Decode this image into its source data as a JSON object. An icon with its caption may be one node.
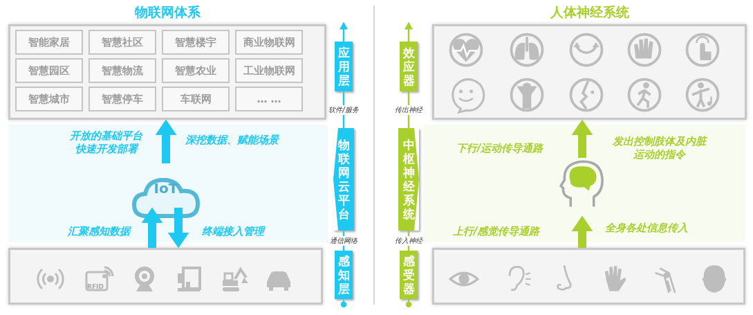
{
  "diagram": {
    "nodes": [
      {
        "text": [
          "物联网体系"
        ]
      },
      {
        "text": [
          "智能家居"
        ],
        "in": 0
      },
      {
        "text": [
          "智慧社区"
        ],
        "in": 0
      },
      {
        "text": [
          "智慧楼宇"
        ],
        "in": 0
      },
      {
        "text": [
          "商业物联网"
        ],
        "in": 0
      },
      {
        "text": [
          "智慧园区"
        ],
        "in": 0
      },
      {
        "text": [
          "智慧物流"
        ],
        "in": 0
      },
      {
        "text": [
          "智慧农业"
        ],
        "in": 0
      },
      {
        "text": [
          "工业物联网"
        ],
        "in": 0
      },
      {
        "text": [
          "智慧城市"
        ],
        "in": 0
      },
      {
        "text": [
          "智慧停车"
        ],
        "in": 0
      },
      {
        "text": [
          "车联网"
        ],
        "in": 0
      },
      {
        "text": [
          "… …"
        ],
        "in": 0
      },
      {
        "text": [
          "开放的基础平台快速开发部署",
          "深挖数据、赋能场景",
          "汇聚感知数据",
          "终端接入管理"
        ]
      },
      {
        "text": [
          "IoT"
        ],
        "in": 13
      },
      {
        "text": [],
        "shape": "box"
      },
      {
        "text": [
          "应用层"
        ]
      },
      {
        "text": [
          "物联网云平台"
        ]
      },
      {
        "text": [
          "感知层"
        ]
      },
      {
        "text": [
          "人体神经系统"
        ]
      },
      {
        "text": [
          "下行/运动传导通路",
          "发出控制肢体及内脏运动的指令",
          "上行/感觉传导通路",
          "全身各处信息传入"
        ]
      },
      {
        "text": [],
        "shape": "head",
        "in": 20
      },
      {
        "text": [],
        "shape": "box"
      },
      {
        "text": [
          "效应器"
        ]
      },
      {
        "text": [
          "中枢神经系统"
        ]
      },
      {
        "text": [
          "感受器"
        ]
      }
    ],
    "edges": [
      {
        "from": 14,
        "to": 0,
        "arrow": "to",
        "style": "thick",
        "color": "#1ec8f0"
      },
      {
        "from": 15,
        "to": 14,
        "arrow": "to",
        "style": "thick",
        "color": "#1ec8f0"
      },
      {
        "from": 14,
        "to": 15,
        "arrow": "to",
        "style": "thick",
        "color": "#1ec8f0"
      },
      {
        "from": 18,
        "to": 17,
        "arrow": "none",
        "label": "通信网络",
        "color": "#1ec8f0"
      },
      {
        "from": 17,
        "to": 16,
        "arrow": "none",
        "label": "软件/服务",
        "color": "#1ec8f0"
      },
      {
        "from": 16,
        "to": null,
        "arrow": "to",
        "color": "#1ec8f0"
      },
      {
        "from": 21,
        "to": 19,
        "arrow": "to",
        "style": "thick",
        "color": "#a8cf2c"
      },
      {
        "from": 22,
        "to": 21,
        "arrow": "to",
        "style": "thick",
        "color": "#a8cf2c"
      },
      {
        "from": 25,
        "to": 24,
        "arrow": "none",
        "label": "传入神经",
        "color": "#a8cf2c"
      },
      {
        "from": 24,
        "to": 23,
        "arrow": "none",
        "label": "传出神经",
        "color": "#a8cf2c"
      },
      {
        "from": 23,
        "to": null,
        "arrow": "to",
        "color": "#a8cf2c"
      }
    ],
    "labels": [
      "RFID"
    ]
  }
}
